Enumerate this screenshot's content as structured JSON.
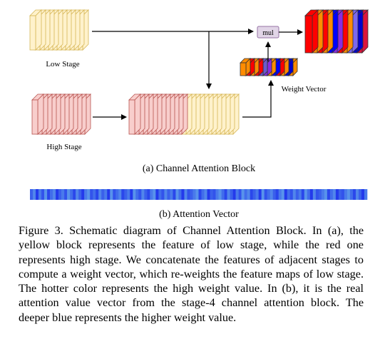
{
  "figure": {
    "labels": {
      "low_stage": "Low Stage",
      "high_stage": "High Stage",
      "weight_vector": "Weight Vector",
      "mul": "mul"
    },
    "subcaptions": {
      "a": "(a) Channel Attention Block",
      "b": "(b) Attention Vector"
    },
    "colors": {
      "low_stage_fill": "#fff2cc",
      "low_stage_stroke": "#d6b656",
      "high_stage_fill": "#f8cecc",
      "high_stage_stroke": "#b85450",
      "mul_fill": "#e1d5e7",
      "mul_stroke": "#9673a6",
      "output_slices": [
        "#ff0000",
        "#ff8c00",
        "#ff0000",
        "#ff8c00",
        "#0000ff",
        "#8a2be2",
        "#ff0000",
        "#ff8c00",
        "#7b68ee",
        "#0000cd",
        "#dc143c"
      ],
      "weight_slices": [
        "#ff8c00",
        "#ff0000",
        "#ff8c00",
        "#ff0000",
        "#6a5acd",
        "#8a2be2",
        "#ff8c00",
        "#0000ff",
        "#ff0000",
        "#ff8c00",
        "#0000cd",
        "#ff8c00"
      ]
    },
    "attention_bar_values": [
      0.6,
      0.3,
      0.9,
      0.4,
      0.7,
      0.2,
      0.8,
      0.5,
      0.3,
      0.9,
      0.6,
      0.4,
      0.7,
      0.2,
      0.5,
      0.8,
      0.3,
      0.6,
      0.9,
      0.4,
      0.2,
      0.7,
      0.5,
      0.8,
      0.3,
      0.6,
      0.4,
      0.9,
      0.2,
      0.7,
      0.5,
      0.3,
      0.8,
      0.6,
      0.4,
      0.9,
      0.2,
      0.5,
      0.7,
      0.3,
      0.6,
      0.8,
      0.4,
      0.2,
      0.9,
      0.5,
      0.7,
      0.3,
      0.6,
      0.4,
      0.8,
      0.2,
      0.5,
      0.9,
      0.3,
      0.7,
      0.6,
      0.4,
      0.2,
      0.8,
      0.5,
      0.3,
      0.9,
      0.6,
      0.7,
      0.4,
      0.2,
      0.5,
      0.8,
      0.3,
      0.6,
      0.9,
      0.4,
      0.7,
      0.2,
      0.5,
      0.3,
      0.8,
      0.6,
      0.4,
      0.9,
      0.2,
      0.7,
      0.5,
      0.3,
      0.6,
      0.8,
      0.4,
      0.2,
      0.9,
      0.5,
      0.7,
      0.3,
      0.6,
      0.4,
      0.8,
      0.2,
      0.5,
      0.9,
      0.3,
      0.7,
      0.6,
      0.4,
      0.2,
      0.8,
      0.5,
      0.3,
      0.9,
      0.6,
      0.7,
      0.4,
      0.2,
      0.5,
      0.8,
      0.3,
      0.6,
      0.9,
      0.4
    ]
  },
  "caption": "Figure 3. Schematic diagram of Channel Attention Block. In (a), the yellow block represents the feature of low stage, while the red one represents high stage. We concatenate the features of adjacent stages to compute a weight vector, which re-weights the feature maps of low stage. The hotter color represents the high weight value. In (b), it is the real attention value vector from the stage-4 channel attention block. The deeper blue represents the higher weight value."
}
